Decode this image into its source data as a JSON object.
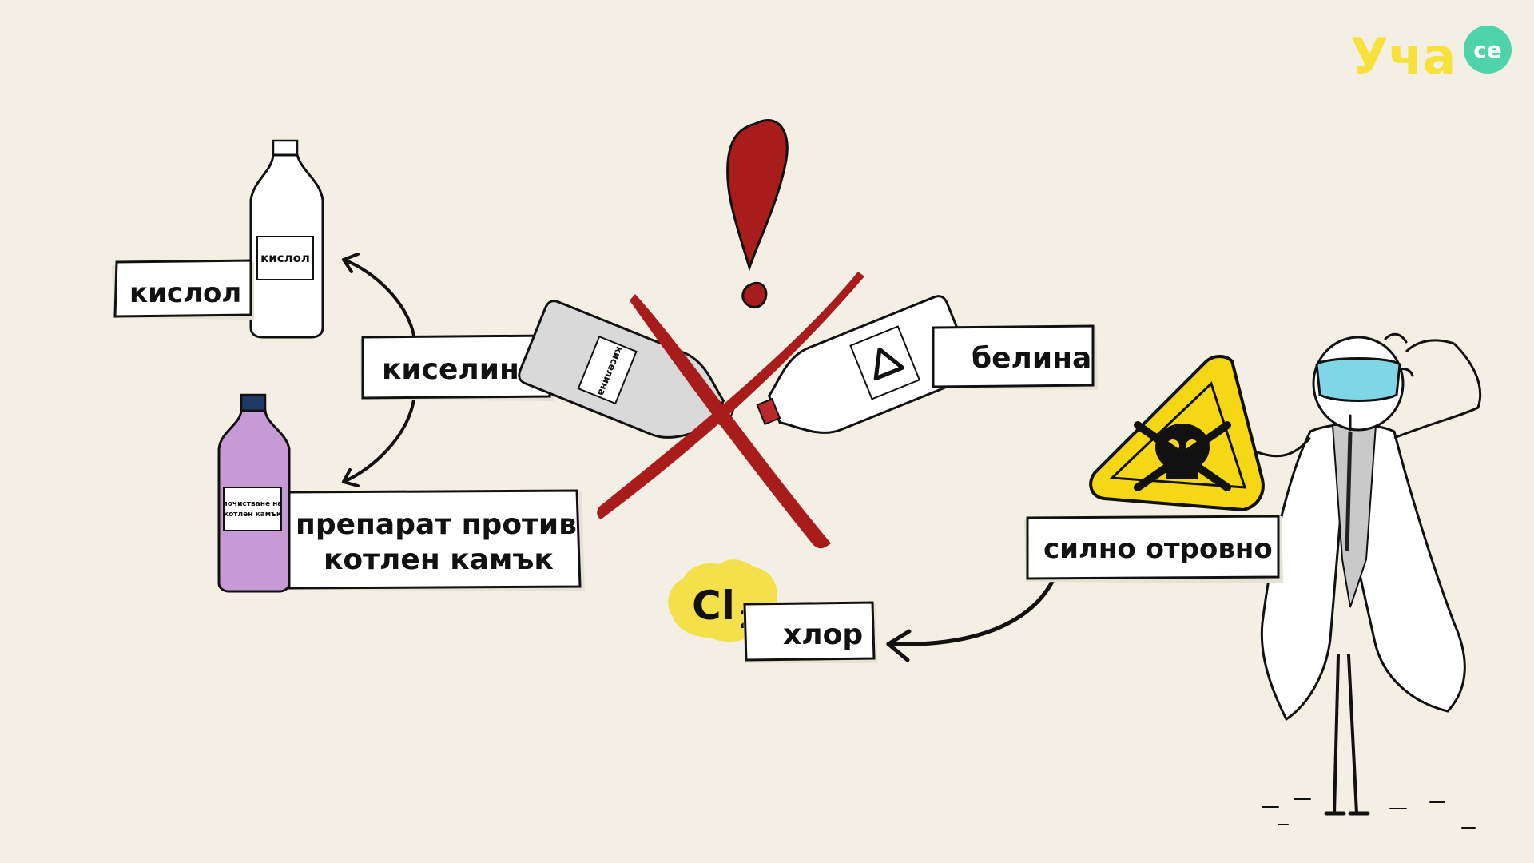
{
  "brand": {
    "logo_text": "Уча",
    "logo_badge": "се",
    "colors": {
      "primary": "#f7e13a",
      "secondary": "#4fd3a8"
    }
  },
  "labels": {
    "kislol_tag": "кислол",
    "kislol_bottle": "кислол",
    "acid_tag": "киселина",
    "acid_bottle": "киселина",
    "descaler_line1": "препарат против",
    "descaler_line2": "котлен камък",
    "descaler_bottle_line1": "почистване на",
    "descaler_bottle_line2": "котлен камък",
    "bleach_tag": "белина",
    "chlorine_formula": "Cl",
    "chlorine_subscript": "2",
    "chlorine_tag": "хлор",
    "poison_tag": "силно отровно"
  },
  "icons": {
    "warning": "exclamation-mark-icon",
    "forbidden": "red-cross-icon",
    "hazard": "skull-crossbones-warning-icon",
    "bleach_symbol": "triangle-icon"
  },
  "colors": {
    "exclamation": "#a81c1c",
    "cross": "#a81c1c",
    "chlorine_blob": "#f4e04a",
    "warning_yellow": "#f6d716",
    "descaler_liquid": "#c69bd5",
    "acid_bottle": "#d9d9d9",
    "goggles": "#7fd6e6"
  }
}
